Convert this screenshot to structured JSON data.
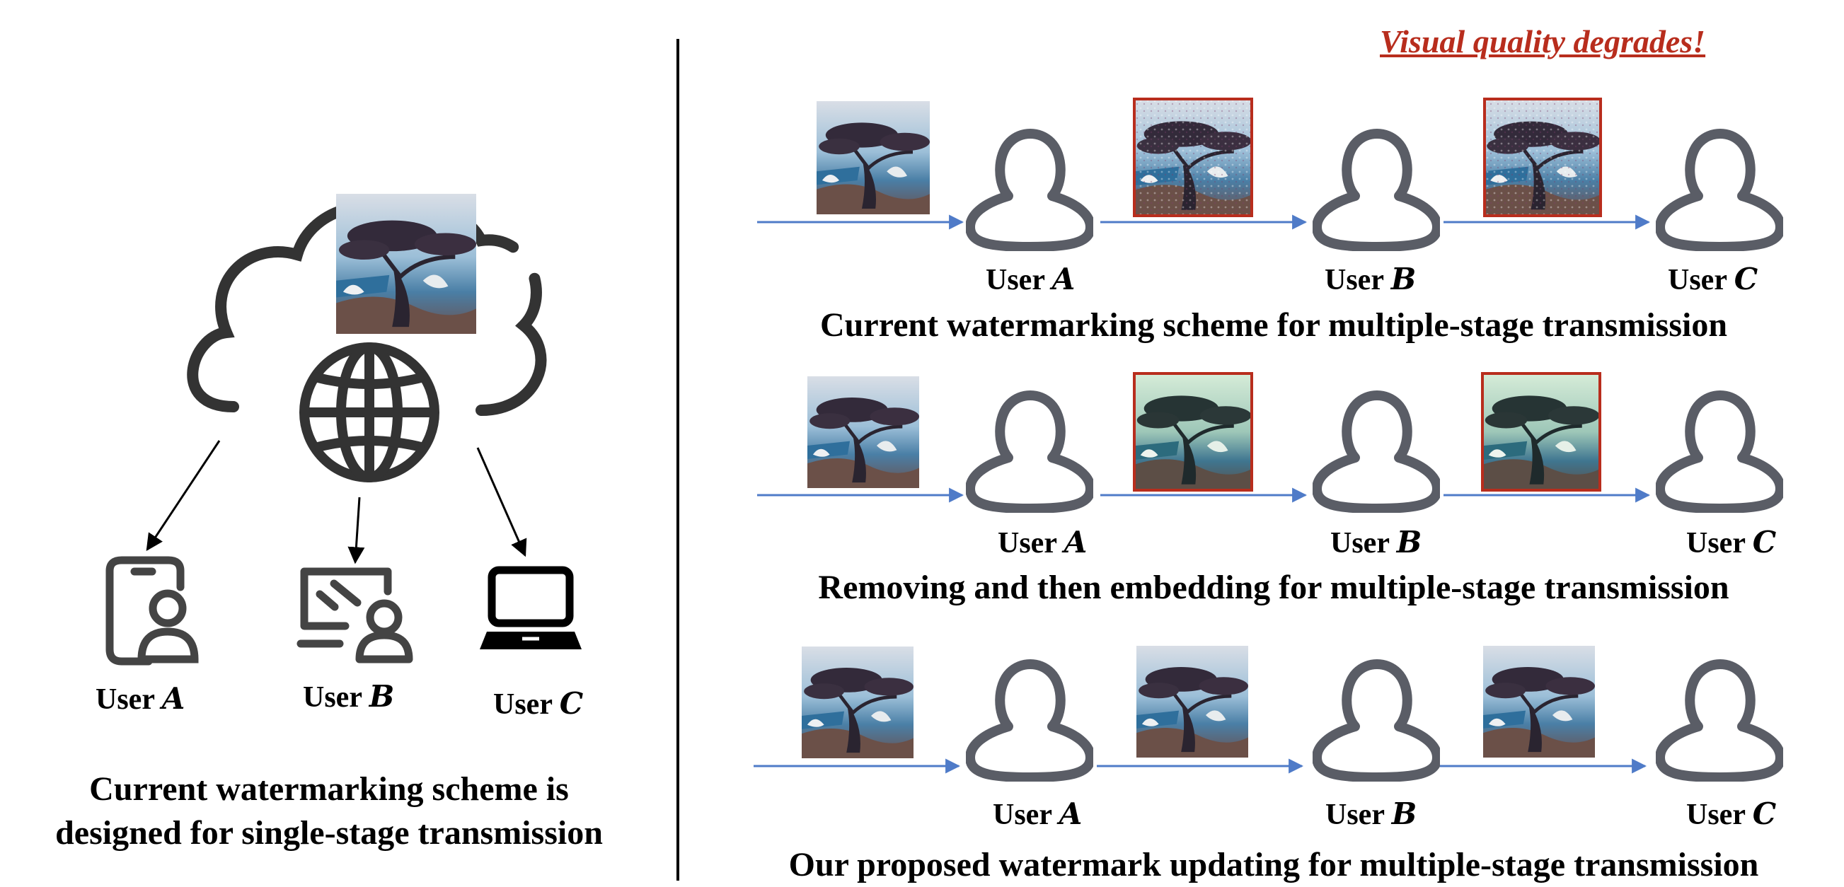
{
  "colors": {
    "arrow_blue": "#4f7bc8",
    "user_outline": "#5a5d66",
    "degraded_border": "#b82d1d",
    "warning_text": "#b82d1d"
  },
  "left_panel": {
    "caption_line1": "Current watermarking scheme is",
    "caption_line2": "designed for single-stage transmission",
    "devices": [
      {
        "icon": "phone-user-icon",
        "label_prefix": "User ",
        "label_var": "A"
      },
      {
        "icon": "monitor-user-icon",
        "label_prefix": "User ",
        "label_var": "B"
      },
      {
        "icon": "laptop-icon",
        "label_prefix": "User ",
        "label_var": "C"
      }
    ]
  },
  "right_panel": {
    "warning": "Visual quality degrades!",
    "rows": [
      {
        "caption": "Current watermarking scheme for multiple-stage transmission",
        "users": [
          {
            "prefix": "User ",
            "var": "A"
          },
          {
            "prefix": "User ",
            "var": "B"
          },
          {
            "prefix": "User ",
            "var": "C"
          }
        ]
      },
      {
        "caption": "Removing and then embedding for multiple-stage transmission",
        "users": [
          {
            "prefix": "User ",
            "var": "A"
          },
          {
            "prefix": "User ",
            "var": "B"
          },
          {
            "prefix": "User ",
            "var": "C"
          }
        ]
      },
      {
        "caption": "Our proposed watermark updating for multiple-stage transmission",
        "users": [
          {
            "prefix": "User ",
            "var": "A"
          },
          {
            "prefix": "User ",
            "var": "B"
          },
          {
            "prefix": "User ",
            "var": "C"
          }
        ]
      }
    ]
  }
}
